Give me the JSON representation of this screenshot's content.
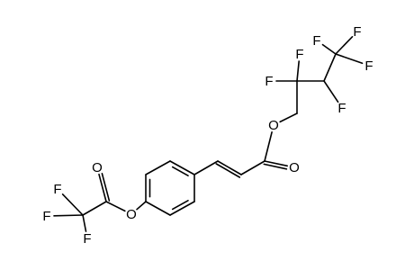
{
  "molecule": {
    "atoms": [
      {
        "id": "C1",
        "element": "C",
        "label": ""
      },
      {
        "id": "C2",
        "element": "C",
        "label": ""
      },
      {
        "id": "C3",
        "element": "C",
        "label": ""
      },
      {
        "id": "C4",
        "element": "C",
        "label": ""
      },
      {
        "id": "C5",
        "element": "C",
        "label": ""
      },
      {
        "id": "C6",
        "element": "C",
        "label": ""
      },
      {
        "id": "C7",
        "element": "C",
        "label": ""
      },
      {
        "id": "C8",
        "element": "C",
        "label": ""
      },
      {
        "id": "C9",
        "element": "C",
        "label": ""
      },
      {
        "id": "O1",
        "element": "O",
        "label": "O"
      },
      {
        "id": "O2",
        "element": "O",
        "label": "O"
      },
      {
        "id": "C10",
        "element": "C",
        "label": ""
      },
      {
        "id": "C11",
        "element": "C",
        "label": ""
      },
      {
        "id": "F1",
        "element": "F",
        "label": "F"
      },
      {
        "id": "F2",
        "element": "F",
        "label": "F"
      },
      {
        "id": "C12",
        "element": "C",
        "label": ""
      },
      {
        "id": "F3",
        "element": "F",
        "label": "F"
      },
      {
        "id": "C13",
        "element": "C",
        "label": ""
      },
      {
        "id": "F4",
        "element": "F",
        "label": "F"
      },
      {
        "id": "F5",
        "element": "F",
        "label": "F"
      },
      {
        "id": "F6",
        "element": "F",
        "label": "F"
      },
      {
        "id": "O3",
        "element": "O",
        "label": "O"
      },
      {
        "id": "C14",
        "element": "C",
        "label": ""
      },
      {
        "id": "O4",
        "element": "O",
        "label": "O"
      },
      {
        "id": "C15",
        "element": "C",
        "label": ""
      },
      {
        "id": "F7",
        "element": "F",
        "label": "F"
      },
      {
        "id": "F8",
        "element": "F",
        "label": "F"
      },
      {
        "id": "F9",
        "element": "F",
        "label": "F"
      }
    ],
    "bonds": [
      {
        "a": "C1",
        "b": "C2",
        "order": 2
      },
      {
        "a": "C2",
        "b": "C3",
        "order": 1
      },
      {
        "a": "C3",
        "b": "C4",
        "order": 2
      },
      {
        "a": "C4",
        "b": "C5",
        "order": 1
      },
      {
        "a": "C5",
        "b": "C6",
        "order": 2
      },
      {
        "a": "C6",
        "b": "C1",
        "order": 1
      },
      {
        "a": "C1",
        "b": "C7",
        "order": 1
      },
      {
        "a": "C7",
        "b": "C8",
        "order": 2
      },
      {
        "a": "C8",
        "b": "C9",
        "order": 1
      },
      {
        "a": "C9",
        "b": "O1",
        "order": 2
      },
      {
        "a": "C9",
        "b": "O2",
        "order": 1
      },
      {
        "a": "O2",
        "b": "C10",
        "order": 1
      },
      {
        "a": "C10",
        "b": "C11",
        "order": 1
      },
      {
        "a": "C11",
        "b": "F1",
        "order": 1
      },
      {
        "a": "C11",
        "b": "F2",
        "order": 1
      },
      {
        "a": "C11",
        "b": "C12",
        "order": 1
      },
      {
        "a": "C12",
        "b": "F3",
        "order": 1
      },
      {
        "a": "C12",
        "b": "C13",
        "order": 1
      },
      {
        "a": "C13",
        "b": "F4",
        "order": 1
      },
      {
        "a": "C13",
        "b": "F5",
        "order": 1
      },
      {
        "a": "C13",
        "b": "F6",
        "order": 1
      },
      {
        "a": "C4",
        "b": "O3",
        "order": 1
      },
      {
        "a": "O3",
        "b": "C14",
        "order": 1
      },
      {
        "a": "C14",
        "b": "O4",
        "order": 2
      },
      {
        "a": "C14",
        "b": "C15",
        "order": 1
      },
      {
        "a": "C15",
        "b": "F7",
        "order": 1
      },
      {
        "a": "C15",
        "b": "F8",
        "order": 1
      },
      {
        "a": "C15",
        "b": "F9",
        "order": 1
      }
    ]
  }
}
